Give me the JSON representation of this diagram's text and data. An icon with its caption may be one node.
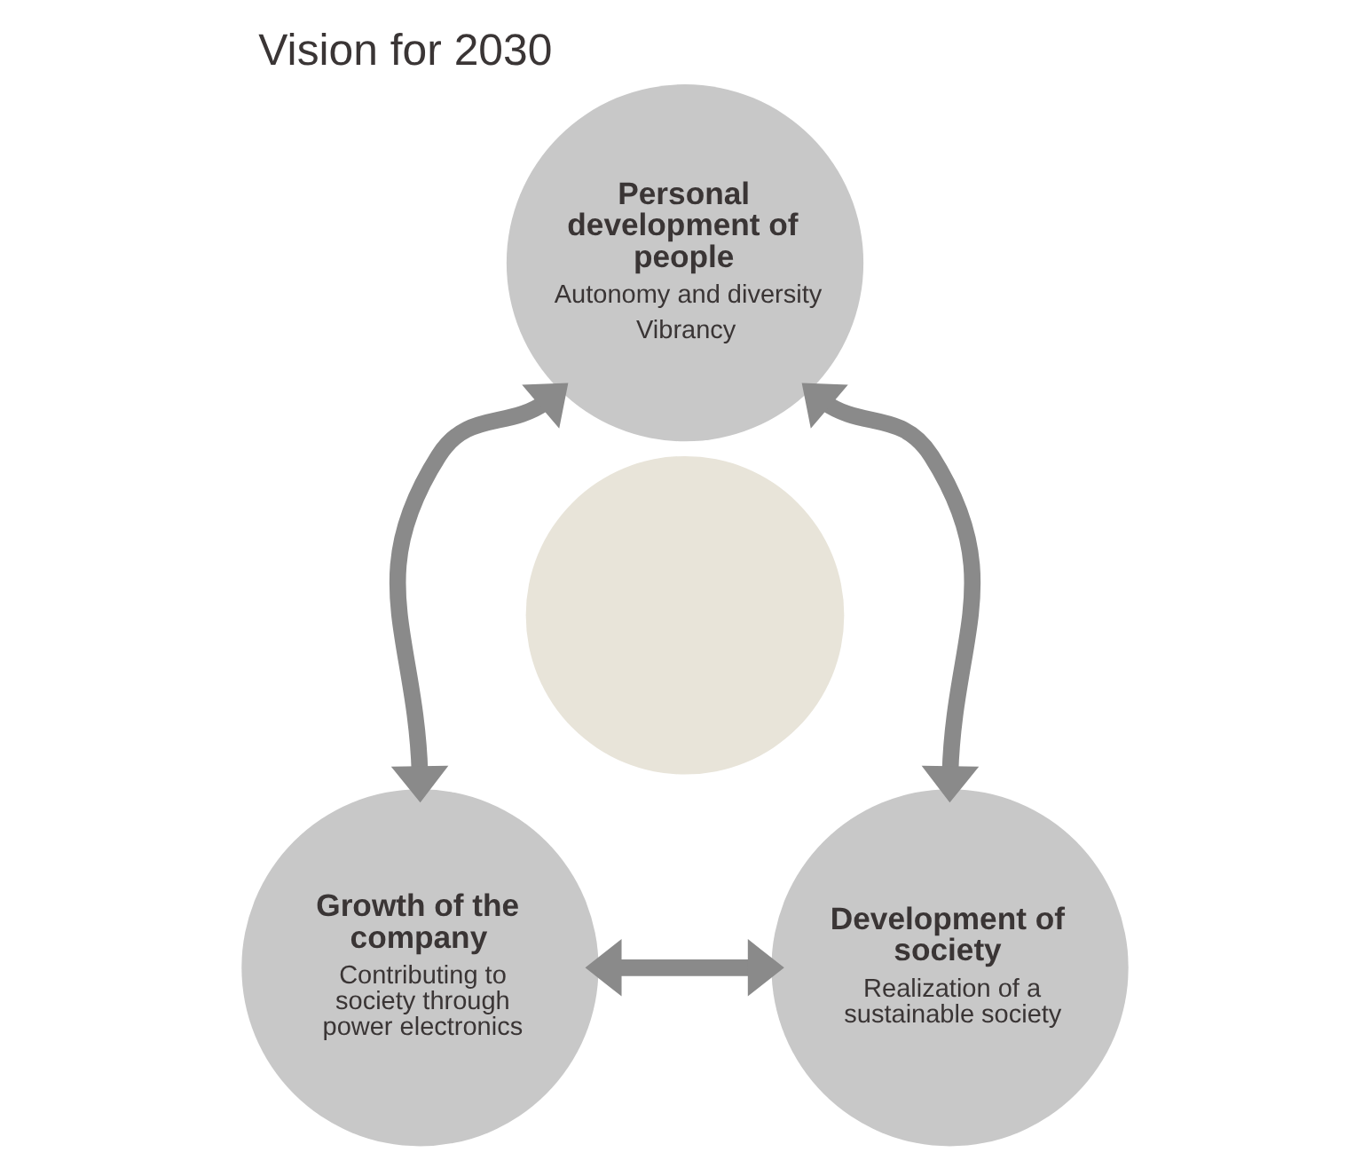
{
  "diagram": {
    "title": "Vision for 2030",
    "nodes": [
      {
        "text": [
          "Personal development of people",
          "Autonomy and diversity",
          "Vibrancy"
        ]
      },
      {
        "text": [
          "Growth of the company",
          "Contributing to society through power electronics"
        ]
      },
      {
        "text": [
          "Development of society",
          "Realization of a sustainable society"
        ]
      },
      {
        "text": [],
        "shape": "circle"
      }
    ],
    "edges": [
      {
        "from": 0,
        "to": 1,
        "arrow": "both"
      },
      {
        "from": 0,
        "to": 2,
        "arrow": "both"
      },
      {
        "from": 1,
        "to": 2,
        "arrow": "both"
      }
    ]
  }
}
